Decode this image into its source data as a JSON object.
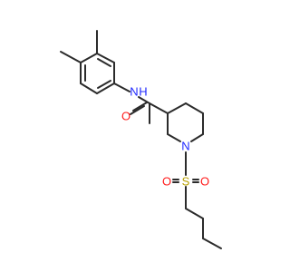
{
  "molecule": {
    "atoms": {
      "nh": {
        "text": "N",
        "h": "H",
        "color": "#1f28ff"
      },
      "o_carbonyl": {
        "text": "O",
        "color": "#ff1a1a"
      },
      "n_ring": {
        "text": "N",
        "color": "#1f28ff"
      },
      "s": {
        "text": "S",
        "color": "#b8a000"
      },
      "o_s_left": {
        "text": "O",
        "color": "#ff1a1a"
      },
      "o_s_right": {
        "text": "O",
        "color": "#ff1a1a"
      }
    },
    "bond_color": "#2b2b2b"
  }
}
